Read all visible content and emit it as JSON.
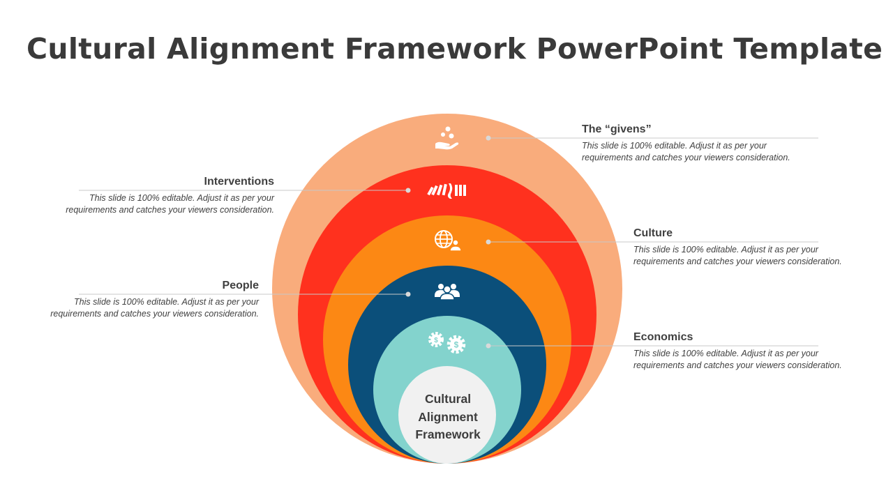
{
  "title": "Cultural Alignment Framework PowerPoint Template",
  "center": {
    "line1": "Cultural",
    "line2": "Alignment",
    "line3": "Framework"
  },
  "layers": [
    {
      "heading": "The “givens”",
      "text": "This slide is 100%  editable. Adjust it as per your requirements and catches your viewers consideration.",
      "color": "#F9AC7C",
      "icon": "hand-coins-icon"
    },
    {
      "heading": "Interventions",
      "text": "This slide is 100%  editable. Adjust it as per your requirements and catches your viewers consideration.",
      "color": "#FF311E",
      "icon": "domino-push-icon"
    },
    {
      "heading": "Culture",
      "text": "This slide is 100%  editable. Adjust it as per your requirements and catches your viewers consideration.",
      "color": "#FC8814",
      "icon": "globe-person-icon"
    },
    {
      "heading": "People",
      "text": "This slide is 100%  editable. Adjust it as per your requirements and catches your viewers consideration.",
      "color": "#0B4F7A",
      "icon": "group-people-icon"
    },
    {
      "heading": "Economics",
      "text": "This slide is 100%  editable. Adjust it as per your requirements and catches your viewers consideration.",
      "color": "#83D3CD",
      "icon": "dollar-gears-icon"
    }
  ],
  "core_color": "#F1F1F1"
}
